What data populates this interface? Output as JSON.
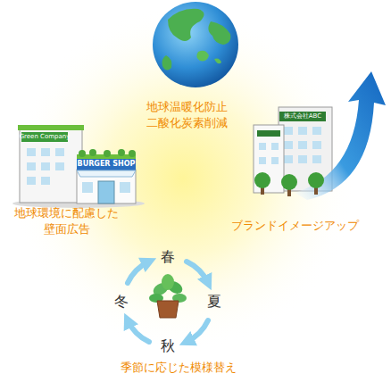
{
  "diagram": {
    "labels": [
      "地球温暖化防止 二酸化炭素削減",
      "Green Company",
      "BURGER SHOP",
      "地球環境に配慮した 壁面広告",
      "株式会社ABC",
      "ブランドイメージアップ",
      "春",
      "夏",
      "秋",
      "冬",
      "季節に応じた模様替え"
    ]
  }
}
